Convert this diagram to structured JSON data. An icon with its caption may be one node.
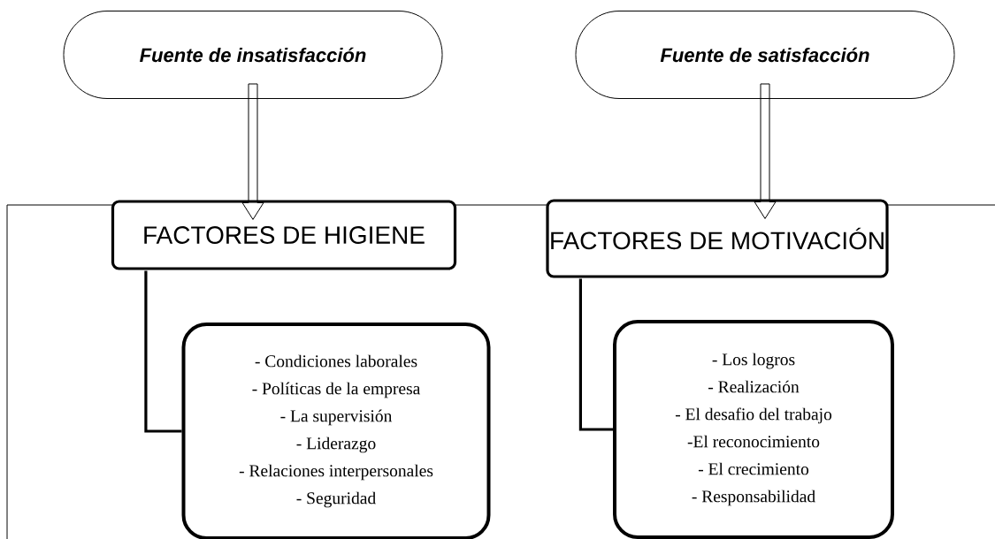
{
  "diagram": {
    "nodes": [
      {
        "text": [
          "Fuente de insatisfacción"
        ]
      },
      {
        "text": [
          "Fuente de satisfacción"
        ]
      },
      {
        "text": [
          "FACTORES DE HIGIENE"
        ]
      },
      {
        "text": [
          "- Condiciones laborales",
          "- Políticas de la empresa",
          "- La supervisión",
          "- Liderazgo",
          "- Relaciones interpersonales",
          "- Seguridad"
        ]
      },
      {
        "text": [
          "FACTORES DE MOTIVACIÓN"
        ]
      },
      {
        "text": [
          "- Los logros",
          "- Realización",
          "- El desafio del trabajo",
          "-El reconocimiento",
          "- El crecimiento",
          "-  Responsabilidad"
        ]
      }
    ],
    "edges": [
      {
        "from": 0,
        "to": 2,
        "arrow": "to"
      },
      {
        "from": 1,
        "to": 4,
        "arrow": "to"
      },
      {
        "from": 2,
        "to": 3,
        "arrow": "none"
      },
      {
        "from": 4,
        "to": 5,
        "arrow": "none"
      }
    ]
  }
}
